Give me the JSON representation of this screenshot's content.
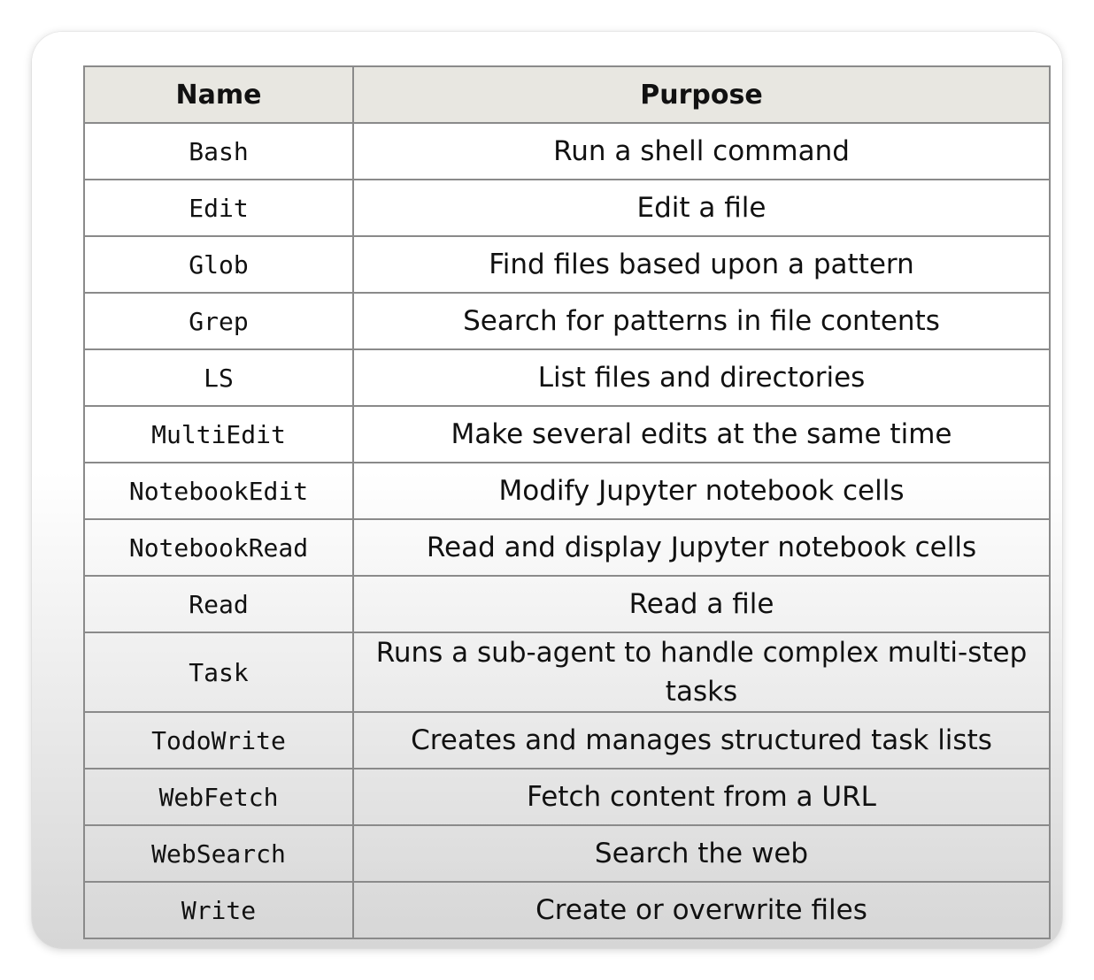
{
  "table": {
    "headers": {
      "name": "Name",
      "purpose": "Purpose"
    },
    "rows": [
      {
        "name": "Bash",
        "purpose": "Run a shell command"
      },
      {
        "name": "Edit",
        "purpose": "Edit a file"
      },
      {
        "name": "Glob",
        "purpose": "Find files based upon a pattern"
      },
      {
        "name": "Grep",
        "purpose": "Search for patterns in file contents"
      },
      {
        "name": "LS",
        "purpose": "List files and directories"
      },
      {
        "name": "MultiEdit",
        "purpose": "Make several edits at the same time"
      },
      {
        "name": "NotebookEdit",
        "purpose": "Modify Jupyter notebook cells"
      },
      {
        "name": "NotebookRead",
        "purpose": "Read and display Jupyter notebook cells"
      },
      {
        "name": "Read",
        "purpose": "Read a file"
      },
      {
        "name": "Task",
        "purpose": "Runs a sub-agent to handle complex multi-step tasks"
      },
      {
        "name": "TodoWrite",
        "purpose": "Creates and manages structured task lists"
      },
      {
        "name": "WebFetch",
        "purpose": "Fetch content from a URL"
      },
      {
        "name": "WebSearch",
        "purpose": "Search the web"
      },
      {
        "name": "Write",
        "purpose": "Create or overwrite files"
      }
    ]
  }
}
